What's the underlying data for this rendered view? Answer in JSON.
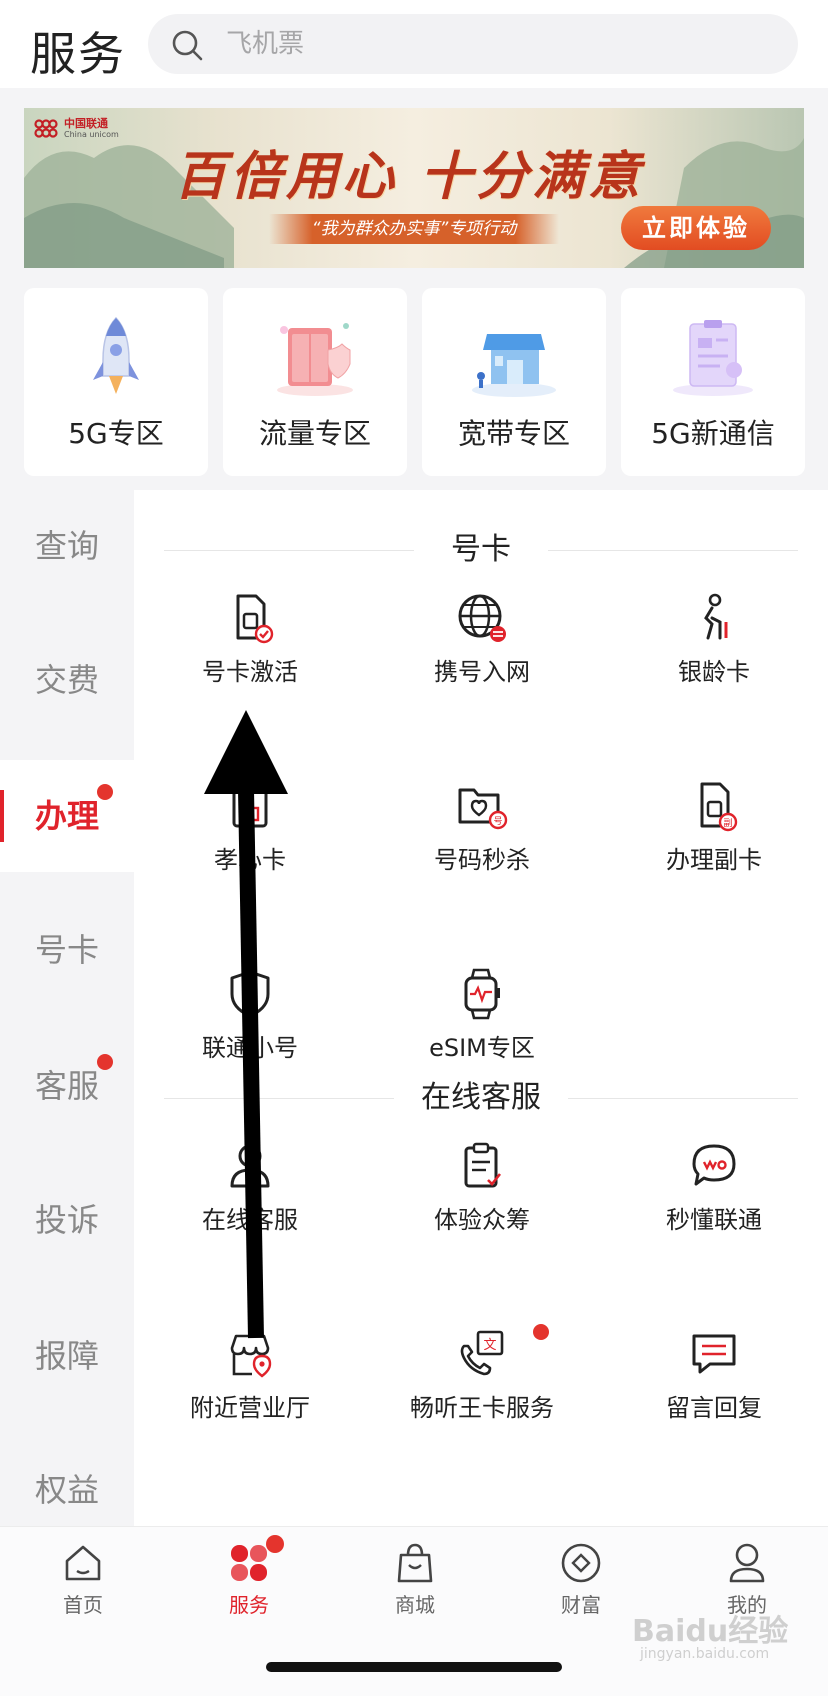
{
  "header": {
    "title": "服务",
    "search_placeholder": "飞机票"
  },
  "banner": {
    "brand": "中国联通",
    "brand_en": "China unicom",
    "headline": "百倍用心 十分满意",
    "subline": "“我为群众办实事”专项行动",
    "cta": "立即体验"
  },
  "quick_links": [
    {
      "label": "5G专区",
      "icon": "rocket-icon"
    },
    {
      "label": "流量专区",
      "icon": "data-box-icon"
    },
    {
      "label": "宽带专区",
      "icon": "store-icon"
    },
    {
      "label": "5G新通信",
      "icon": "clipboard-icon"
    }
  ],
  "sidebar": {
    "items": [
      {
        "label": "查询"
      },
      {
        "label": "交费"
      },
      {
        "label": "办理",
        "active": true,
        "badge": true
      },
      {
        "label": "号卡"
      },
      {
        "label": "客服",
        "badge": true
      },
      {
        "label": "投诉"
      },
      {
        "label": "报障"
      },
      {
        "label": "权益"
      }
    ]
  },
  "sections": [
    {
      "title": "号卡",
      "items": [
        {
          "label": "号卡激活",
          "icon": "sim-check-icon"
        },
        {
          "label": "携号入网",
          "icon": "globe-transfer-icon"
        },
        {
          "label": "银龄卡",
          "icon": "elder-icon"
        },
        {
          "label": "孝心卡",
          "icon": "gift-card-icon"
        },
        {
          "label": "号码秒杀",
          "icon": "folder-heart-icon"
        },
        {
          "label": "办理副卡",
          "icon": "sim-secondary-icon"
        },
        {
          "label": "联通小号",
          "icon": "shield-icon"
        },
        {
          "label": "eSIM专区",
          "icon": "watch-icon"
        }
      ]
    },
    {
      "title": "在线客服",
      "items": [
        {
          "label": "在线客服",
          "icon": "agent-icon"
        },
        {
          "label": "体验众筹",
          "icon": "clipboard-check-icon"
        },
        {
          "label": "秒懂联通",
          "icon": "chat-icon"
        },
        {
          "label": "附近营业厅",
          "icon": "shop-location-icon"
        },
        {
          "label": "畅听王卡服务",
          "icon": "phone-translate-icon",
          "badge": true
        },
        {
          "label": "留言回复",
          "icon": "message-icon"
        }
      ]
    }
  ],
  "tabbar": {
    "items": [
      {
        "label": "首页",
        "icon": "home-icon"
      },
      {
        "label": "服务",
        "icon": "services-icon",
        "active": true,
        "badge": true
      },
      {
        "label": "商城",
        "icon": "shopping-bag-icon"
      },
      {
        "label": "财富",
        "icon": "wealth-icon"
      },
      {
        "label": "我的",
        "icon": "profile-icon"
      }
    ]
  },
  "watermark": {
    "text": "Baidu经验",
    "sub": "jingyan.baidu.com"
  },
  "colors": {
    "accent": "#e0232b",
    "badge": "#e4342d",
    "background": "#f4f4f6"
  }
}
